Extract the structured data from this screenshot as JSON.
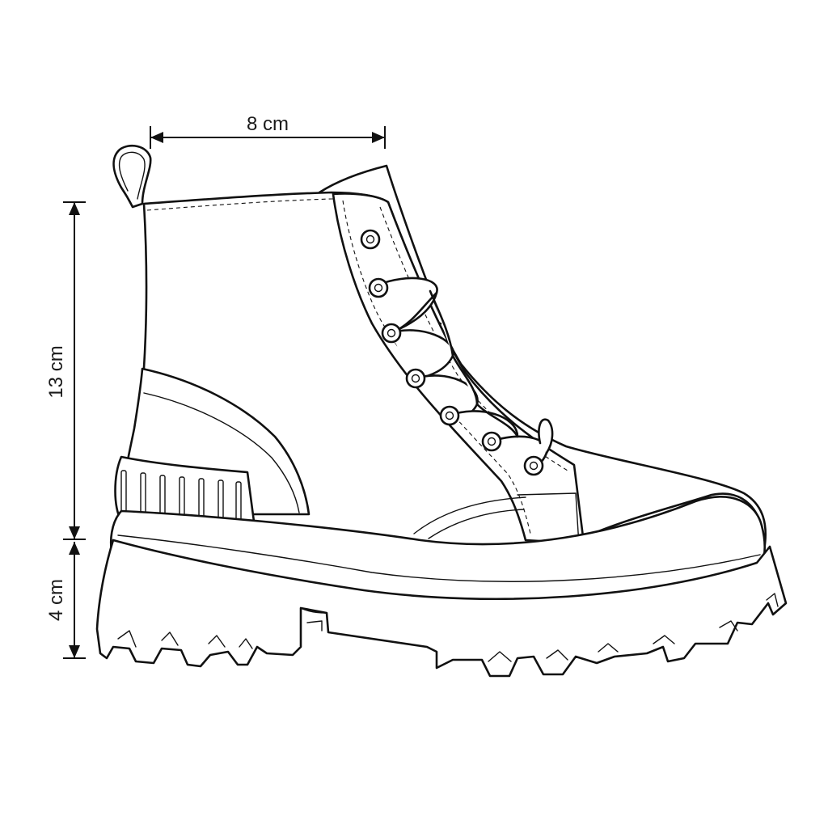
{
  "dimensions": {
    "width_label": "8 cm",
    "shaft_height_label": "13 cm",
    "sole_height_label": "4 cm"
  },
  "colors": {
    "line": "#111111",
    "background": "#ffffff"
  }
}
